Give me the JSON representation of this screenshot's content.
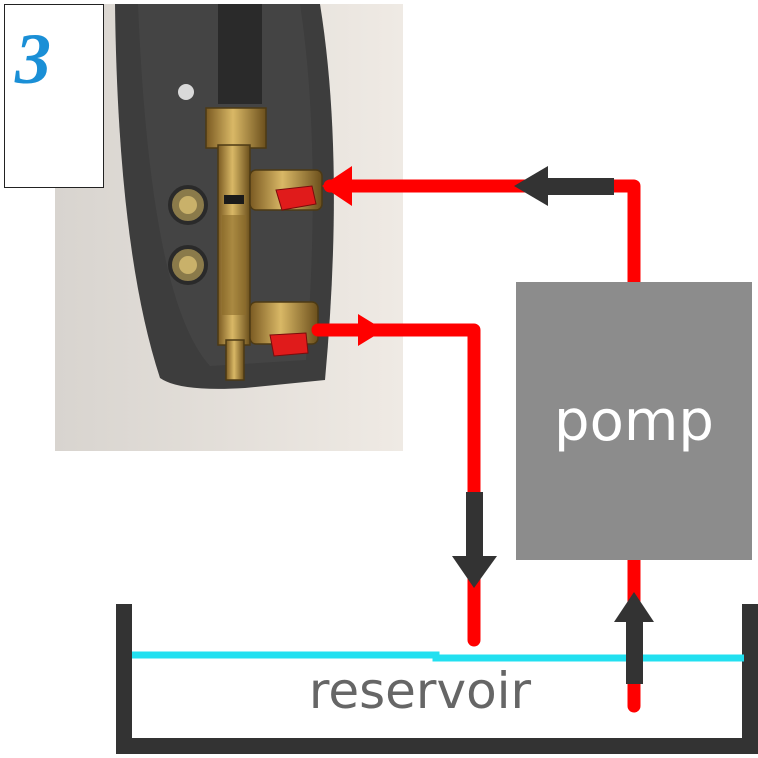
{
  "figure": {
    "step_number": "3",
    "pump_label": "pomp",
    "reservoir_label": "reservoir"
  },
  "colors": {
    "pipe": "#ff0000",
    "arrow": "#333333",
    "pump_fill": "#8c8c8c",
    "water_line": "#22e0f0",
    "tank_wall": "#333333",
    "step_number": "#1a8fd6",
    "valve_brass": "#b8954a",
    "insulation": "#3d3d3d"
  },
  "icons": {
    "valve_handles": "red-lever-handle",
    "flow_arrows": "arrow-head"
  }
}
